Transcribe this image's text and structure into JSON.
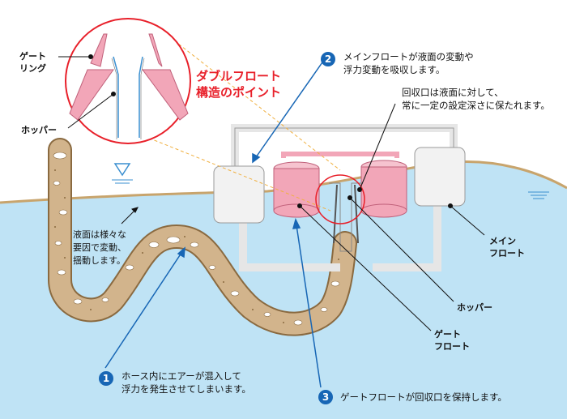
{
  "labels": {
    "gate_ring": [
      "ゲート",
      "リング"
    ],
    "hopper_top": "ホッパー",
    "double_float_point": [
      "ダブルフロート",
      "構造のポイント"
    ],
    "callout2": [
      "メインフロートが液面の変動や",
      "浮力変動を吸収します。"
    ],
    "collection_port": [
      "回収口は液面に対して、",
      "常に一定の設定深さに保たれます。"
    ],
    "water_surface_note": [
      "液面は様々な",
      "要因で変動、",
      "揺動します。"
    ],
    "main_float": [
      "メイン",
      "フロート"
    ],
    "hopper_bottom": "ホッパー",
    "gate_float": [
      "ゲート",
      "フロート"
    ],
    "callout1": [
      "ホース内にエアーが混入して",
      "浮力を発生させてしまいます。"
    ],
    "callout3": "ゲートフロートが回収口を保持します。"
  },
  "badges": [
    "1",
    "2",
    "3"
  ],
  "colors": {
    "water": "#bfe3f5",
    "hose_fill": "#d2b48c",
    "float_white": "#f2f2f2",
    "gate_float_pink": "#f2a6b8",
    "accent_red": "#e8202a",
    "accent_blue": "#1766b5"
  }
}
